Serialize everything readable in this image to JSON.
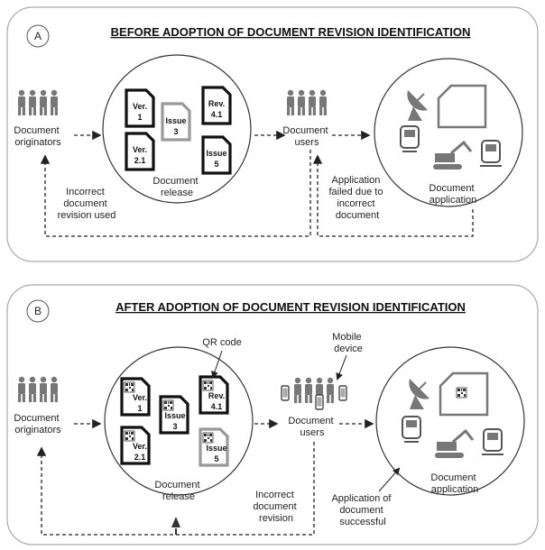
{
  "panel_a": {
    "badge": "A",
    "title": "BEFORE ADOPTION OF DOCUMENT REVISION IDENTIFICATION",
    "originators": [
      "Document",
      "originators"
    ],
    "release": [
      "Document",
      "release"
    ],
    "users": [
      "Document",
      "users"
    ],
    "application": [
      "Document",
      "application"
    ],
    "incorrect": [
      "Incorrect",
      "document",
      "revision used"
    ],
    "failed": [
      "Application",
      "failed due to",
      "incorrect",
      "document"
    ],
    "docs": [
      {
        "l1": "Ver.",
        "l2": "1"
      },
      {
        "l1": "Issue",
        "l2": "3"
      },
      {
        "l1": "Rev.",
        "l2": "4.1"
      },
      {
        "l1": "Ver.",
        "l2": "2.1"
      },
      {
        "l1": "Issue",
        "l2": "5"
      }
    ]
  },
  "panel_b": {
    "badge": "B",
    "title": "AFTER ADOPTION OF DOCUMENT REVISION IDENTIFICATION",
    "qr_label": "QR code",
    "mobile": [
      "Mobile",
      "device"
    ],
    "originators": [
      "Document",
      "originators"
    ],
    "release": [
      "Document",
      "release"
    ],
    "users": [
      "Document",
      "users"
    ],
    "application": [
      "Document",
      "application"
    ],
    "incorrect": [
      "Incorrect",
      "document",
      "revision"
    ],
    "success": [
      "Application of",
      "document",
      "successful"
    ],
    "docs": [
      {
        "l1": "Ver.",
        "l2": "1"
      },
      {
        "l1": "Issue",
        "l2": "3"
      },
      {
        "l1": "Rev.",
        "l2": "4.1"
      },
      {
        "l1": "Ver.",
        "l2": "2.1"
      },
      {
        "l1": "Issue",
        "l2": "5"
      }
    ]
  }
}
